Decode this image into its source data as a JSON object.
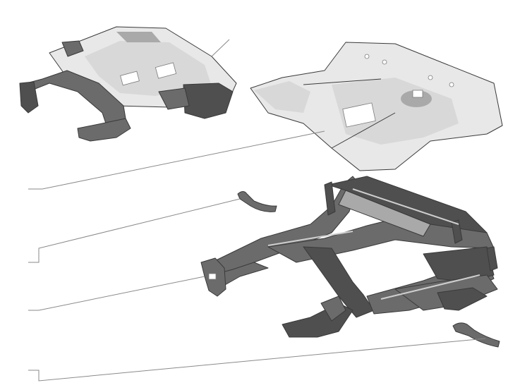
{
  "diagram": {
    "parts": [
      {
        "id": "assembled-underbody",
        "icon": "underbody-assembly-icon"
      },
      {
        "id": "floor-panel",
        "icon": "floor-pan-icon"
      },
      {
        "id": "rear-wheelhouse-bracket",
        "icon": "wheelhouse-bracket-icon"
      },
      {
        "id": "underbody-frame",
        "icon": "chassis-frame-icon"
      },
      {
        "id": "front-mount-bracket",
        "icon": "mount-bracket-icon"
      },
      {
        "id": "rear-arch-bracket",
        "icon": "arch-bracket-icon"
      }
    ],
    "colors": {
      "line": "#8a8a8a",
      "part_dark": "#6b6b6b",
      "part_light": "#d8d8d8"
    }
  }
}
